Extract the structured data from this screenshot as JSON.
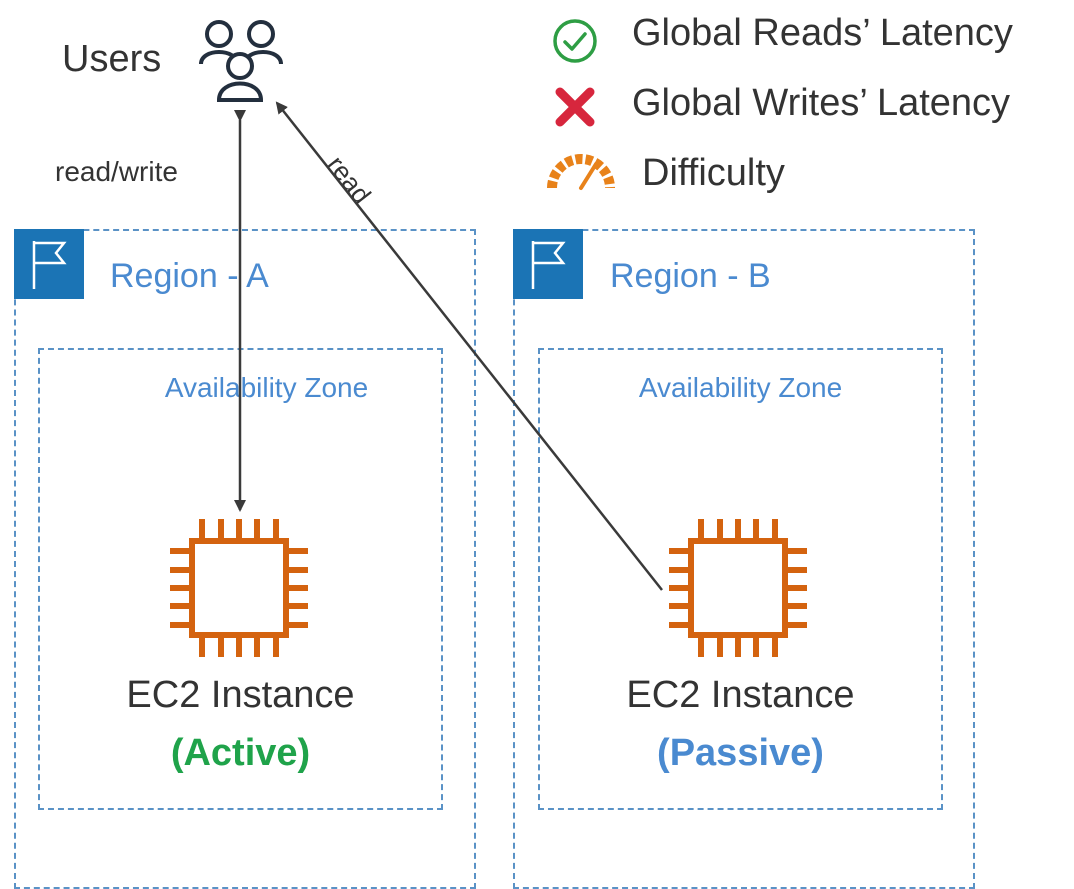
{
  "users": {
    "label": "Users"
  },
  "connections": {
    "read_write_label": "read/write",
    "read_label": "read"
  },
  "legend": {
    "items": [
      {
        "label": "Global Reads’ Latency",
        "icon": "check-circle-icon",
        "color": "#2e9e44"
      },
      {
        "label": "Global Writes’ Latency",
        "icon": "red-x-icon",
        "color": "#d7263d"
      },
      {
        "label": "Difficulty",
        "icon": "gauge-icon",
        "color": "#e8821a"
      }
    ]
  },
  "regions": [
    {
      "title": "Region - A",
      "az_title": "Availability Zone",
      "instance_label": "EC2 Instance",
      "status": "(Active)",
      "status_color": "#1fa34a"
    },
    {
      "title": "Region - B",
      "az_title": "Availability Zone",
      "instance_label": "EC2 Instance",
      "status": "(Passive)",
      "status_color": "#4a8ad0"
    }
  ],
  "colors": {
    "dashed_border": "#5a92c6",
    "flag_tile": "#1b74b5",
    "chip": "#d4630f",
    "arrow": "#3a3a3a"
  }
}
